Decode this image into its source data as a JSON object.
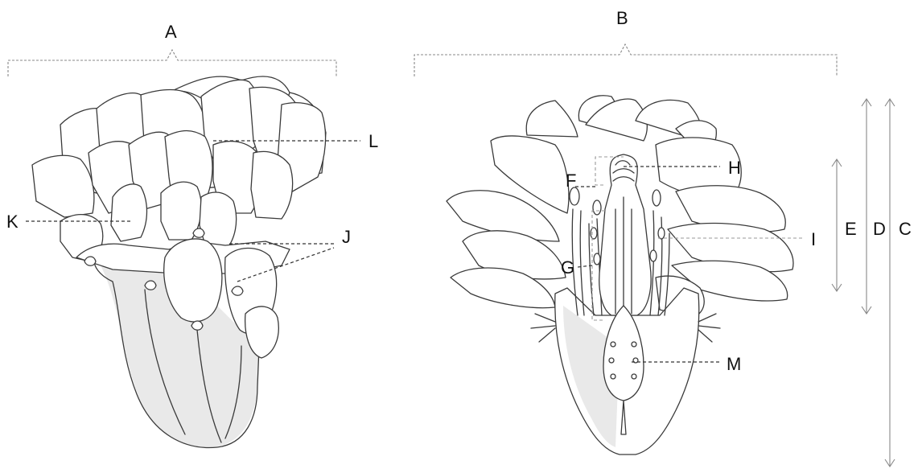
{
  "labels": {
    "A": "A",
    "B": "B",
    "C": "C",
    "D": "D",
    "E": "E",
    "F": "F",
    "G": "G",
    "H": "H",
    "I": "I",
    "J": "J",
    "K": "K",
    "L": "L",
    "M": "M"
  },
  "colors": {
    "ink": "#3a3a3a",
    "leader": "#333333",
    "dimension": "#888888",
    "background": "#ffffff"
  }
}
